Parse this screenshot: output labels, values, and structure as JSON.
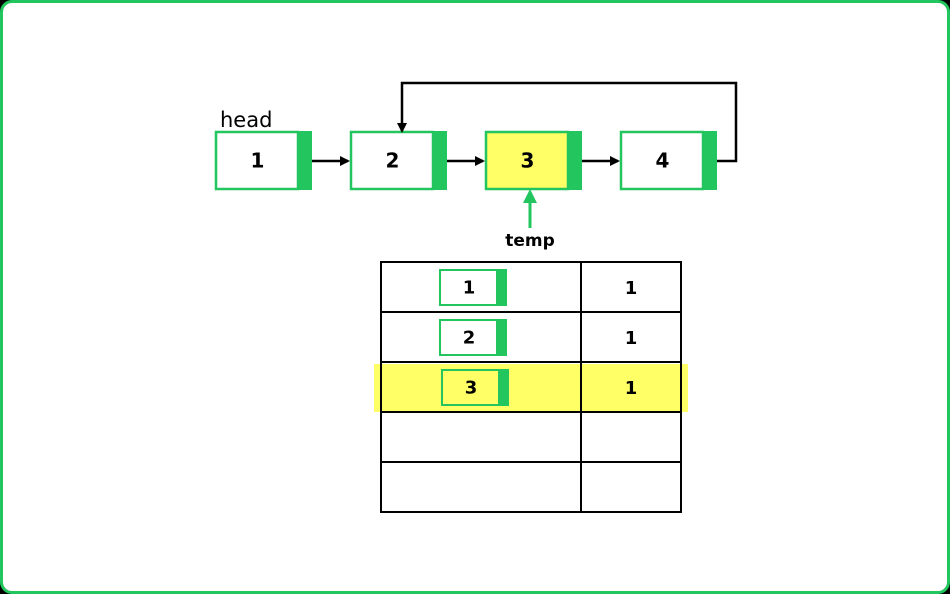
{
  "head_label": "head",
  "temp_label": "temp",
  "colors": {
    "border_green": "#22c55e",
    "node_green": "#22c55e",
    "highlight_yellow": "#ffff66",
    "arrow": "#000000"
  },
  "list_nodes": [
    {
      "value": "1",
      "highlight": false
    },
    {
      "value": "2",
      "highlight": false
    },
    {
      "value": "3",
      "highlight": true
    },
    {
      "value": "4",
      "highlight": false
    }
  ],
  "cycle_from_node": 4,
  "cycle_to_node": 2,
  "temp_points_to_node": 3,
  "table": {
    "rows": [
      {
        "node": "1",
        "count": "1",
        "highlight": false
      },
      {
        "node": "2",
        "count": "1",
        "highlight": false
      },
      {
        "node": "3",
        "count": "1",
        "highlight": true
      },
      {
        "node": "",
        "count": "",
        "highlight": false
      },
      {
        "node": "",
        "count": "",
        "highlight": false
      }
    ]
  }
}
